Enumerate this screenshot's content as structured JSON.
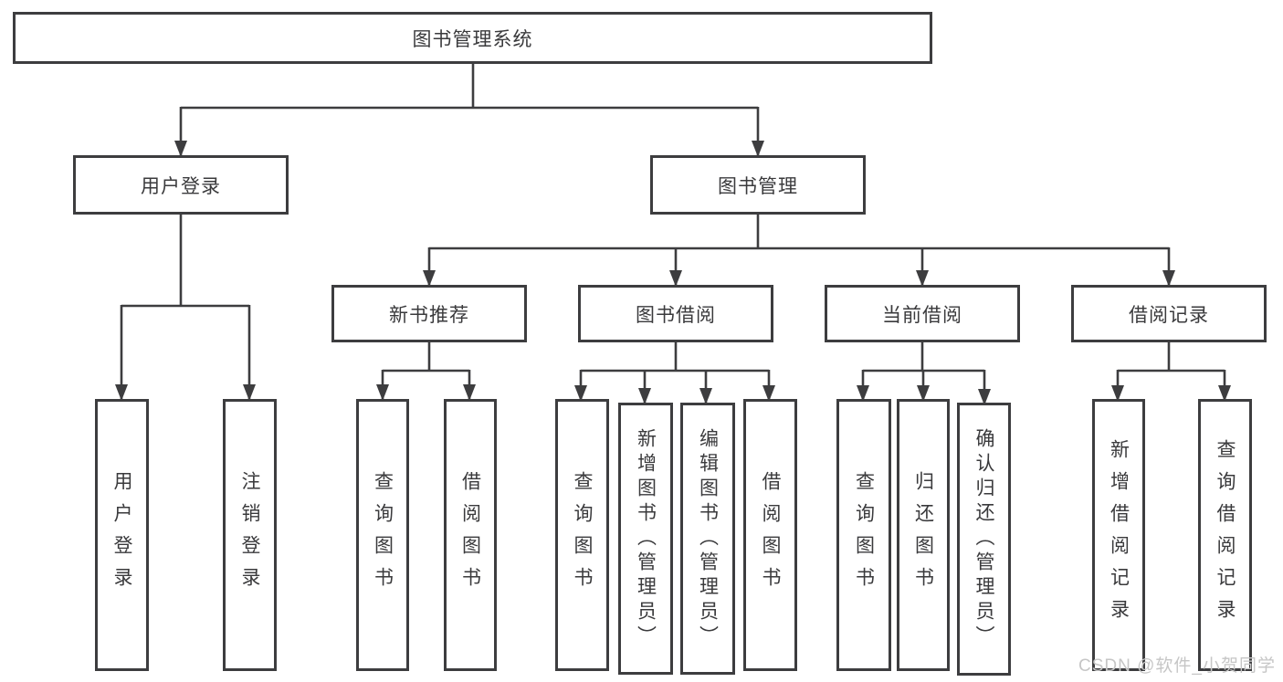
{
  "tree": {
    "root": {
      "label": "图书管理系统",
      "children": [
        {
          "label": "用户登录",
          "children": [
            {
              "label": "用户登录"
            },
            {
              "label": "注销登录"
            }
          ]
        },
        {
          "label": "图书管理",
          "children": [
            {
              "label": "新书推荐",
              "children": [
                {
                  "label": "查询图书"
                },
                {
                  "label": "借阅图书"
                }
              ]
            },
            {
              "label": "图书借阅",
              "children": [
                {
                  "label": "查询图书"
                },
                {
                  "label": "新增图书（管理员）"
                },
                {
                  "label": "编辑图书（管理员）"
                },
                {
                  "label": "借阅图书"
                }
              ]
            },
            {
              "label": "当前借阅",
              "children": [
                {
                  "label": "查询图书"
                },
                {
                  "label": "归还图书"
                },
                {
                  "label": "确认归还（管理员）"
                }
              ]
            },
            {
              "label": "借阅记录",
              "children": [
                {
                  "label": "新增借阅记录"
                },
                {
                  "label": "查询借阅记录"
                }
              ]
            }
          ]
        }
      ]
    }
  },
  "watermark": {
    "text": "CSDN @软件_小贺同学"
  },
  "colors": {
    "line": "#3d3d3f",
    "text": "#3a3a3c",
    "watermark": "#c6c6c6",
    "background": "#ffffff"
  }
}
